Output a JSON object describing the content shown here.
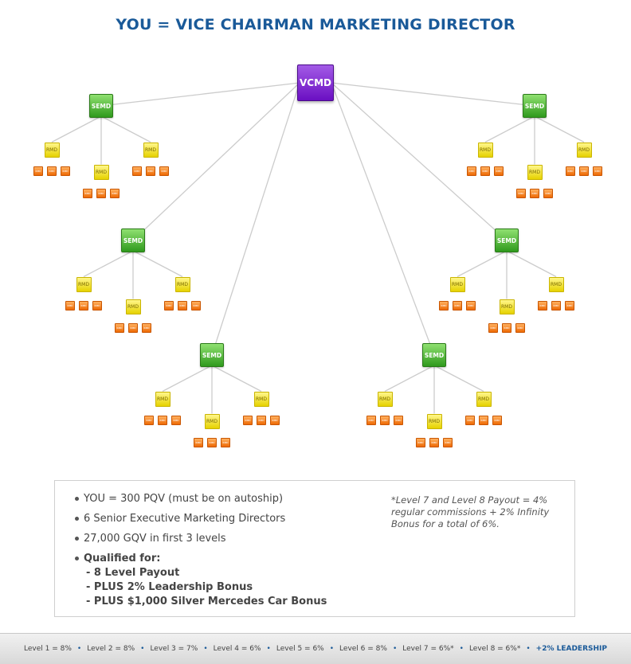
{
  "title": "YOU = VICE CHAIRMAN MARKETING DIRECTOR",
  "tree": {
    "root_label": "VCMD",
    "branch_label": "SEMD",
    "sub_label": "RMD",
    "leaf_label": "RMD",
    "colors": {
      "root": "#7a1fd4",
      "branch": "#4cb42f",
      "sub": "#f2e21a",
      "leaf": "#f57f10",
      "line": "#cccccc"
    }
  },
  "info": {
    "bullets": [
      "YOU = 300 PQV (must be on autoship)",
      "6 Senior Executive Marketing Directors",
      "27,000 GQV in first 3 levels"
    ],
    "qualified_heading": "Qualified for:",
    "qualified_items": [
      "- 8 Level Payout",
      "- PLUS 2% Leadership Bonus",
      "- PLUS $1,000 Silver Mercedes Car Bonus"
    ],
    "footnote": "*Level 7 and Level 8 Payout = 4% regular commissions + 2% Infinity Bonus for a total of 6%."
  },
  "footer": {
    "levels": [
      "Level 1 = 8%",
      "Level 2 = 8%",
      "Level 3 = 7%",
      "Level 4 = 6%",
      "Level 5 = 6%",
      "Level 6 = 8%",
      "Level 7 = 6%*",
      "Level 8 = 6%*"
    ],
    "separator": "•",
    "leadership": "+2% LEADERSHIP"
  }
}
